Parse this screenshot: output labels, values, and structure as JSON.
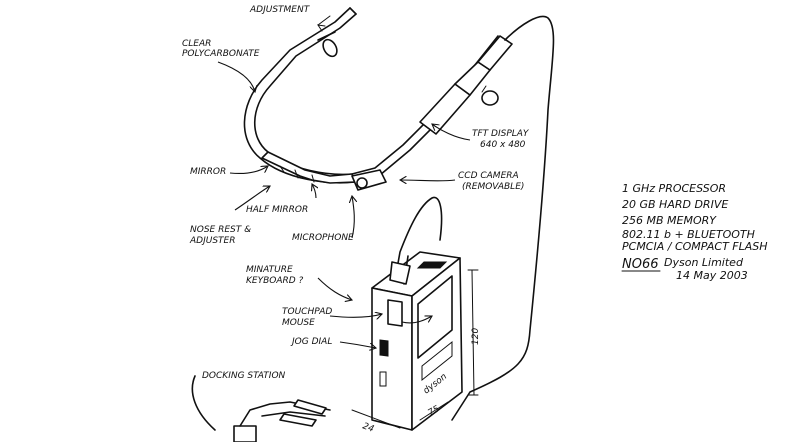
{
  "labels": {
    "adjustment": "ADJUSTMENT",
    "clear_polycarbonate_line1": "CLEAR",
    "clear_polycarbonate_line2": "POLYCARBONATE",
    "tft_display_line1": "TFT DISPLAY",
    "tft_display_line2": "640 x 480",
    "mirror": "MIRROR",
    "ccd_camera_line1": "CCD CAMERA",
    "ccd_camera_line2": "(REMOVABLE)",
    "half_mirror": "HALF MIRROR",
    "nose_rest_line1": "NOSE REST &",
    "nose_rest_line2": "ADJUSTER",
    "microphone": "MICROPHONE",
    "miniature_keyboard_line1": "MINATURE",
    "miniature_keyboard_line2": "KEYBOARD ?",
    "touchpad_line1": "TOUCHPAD",
    "touchpad_line2": "MOUSE",
    "jog_dial": "JOG DIAL",
    "docking_station": "DOCKING STATION",
    "dim_height": "120",
    "dim_width": "24",
    "dim_depth": "75",
    "brand": "dyson"
  },
  "specs": [
    "1 GHz PROCESSOR",
    "20 GB HARD DRIVE",
    "256 MB MEMORY",
    "802.11 b + BLUETOOTH",
    "PCMCIA / COMPACT FLASH"
  ],
  "signature": {
    "code": "NO66",
    "company": "Dyson Limited",
    "date": "14 May 2003"
  }
}
